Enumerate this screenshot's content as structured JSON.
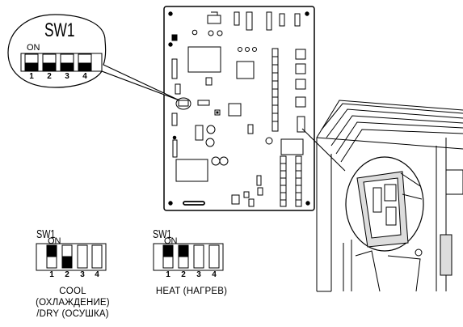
{
  "callout": {
    "title": "SW1",
    "on_label": "ON",
    "numbers": [
      "1",
      "2",
      "3",
      "4"
    ]
  },
  "switch_cool": {
    "title": "SW1",
    "on_label": "ON",
    "numbers": [
      "1",
      "2",
      "3",
      "4"
    ],
    "caption": [
      "COOL",
      "(ОХЛАЖДЕНИЕ)",
      "/DRY (ОСУШКА)"
    ],
    "switches_on": [
      true,
      true,
      false,
      false
    ]
  },
  "switch_heat": {
    "title": "SW1",
    "on_label": "ON",
    "numbers": [
      "1",
      "2",
      "3",
      "4"
    ],
    "caption": "HEAT (НАГРЕВ)",
    "switches_on": [
      true,
      true,
      false,
      false
    ]
  },
  "colors": {
    "ink": "#000000",
    "paper": "#ffffff",
    "unit_shade": "#dddddd"
  }
}
